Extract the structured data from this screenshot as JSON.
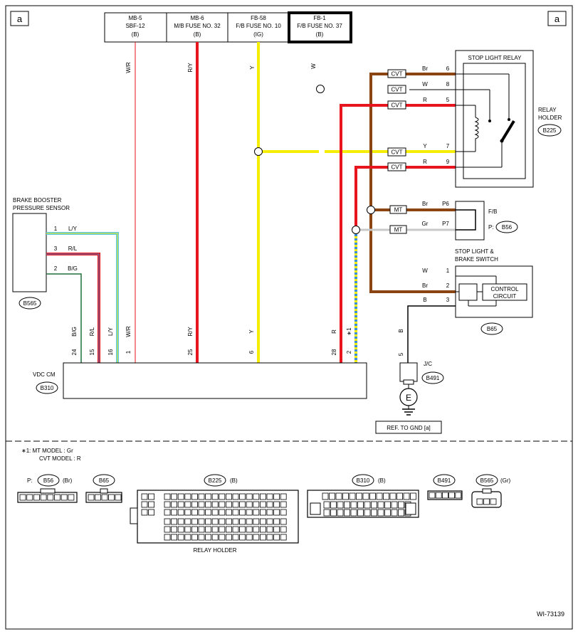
{
  "page_marker": "a",
  "diagram_id": "WI-73139",
  "fuses": [
    {
      "line1": "MB-5",
      "line2": "SBF-12",
      "line3": "(B)"
    },
    {
      "line1": "MB-6",
      "line2": "M/B FUSE NO. 32",
      "line3": "(B)"
    },
    {
      "line1": "FB-58",
      "line2": "F/B FUSE NO. 10",
      "line3": "(IG)"
    },
    {
      "line1": "FB-1",
      "line2": "F/B FUSE NO. 37",
      "line3": "(B)"
    }
  ],
  "wire_codes": {
    "wr": "W/R",
    "ry": "R/Y",
    "y": "Y",
    "w": "W",
    "r": "R",
    "star1": "∗1",
    "br": "Br",
    "gr": "Gr",
    "b": "B",
    "bg": "B/G",
    "rl": "R/L",
    "ly": "L/Y"
  },
  "relay": {
    "title": "STOP LIGHT RELAY",
    "holder_line1": "RELAY",
    "holder_line2": "HOLDER",
    "connector": "B225",
    "pins": [
      "6",
      "8",
      "5",
      "7",
      "9"
    ],
    "wires": [
      "Br",
      "W",
      "R",
      "Y",
      "R"
    ]
  },
  "tags": {
    "cvt": "CVT",
    "mt": "MT"
  },
  "fb": {
    "label": "F/B",
    "prefix": "P:",
    "connector": "B56",
    "pins": [
      "P6",
      "P7"
    ],
    "wires": [
      "Br",
      "Gr"
    ]
  },
  "stop_switch": {
    "title1": "STOP LIGHT &",
    "title2": "BRAKE SWITCH",
    "control1": "CONTROL",
    "control2": "CIRCUIT",
    "connector": "B65",
    "pins": [
      "1",
      "2",
      "3"
    ],
    "wires": [
      "W",
      "Br",
      "B"
    ]
  },
  "sensor": {
    "title1": "BRAKE BOOSTER",
    "title2": "PRESSURE SENSOR",
    "connector": "B565",
    "pins": [
      "1",
      "3",
      "2"
    ],
    "wires": [
      "L/Y",
      "R/L",
      "B/G"
    ]
  },
  "vdc": {
    "title": "VDC CM",
    "connector": "B310",
    "pins": [
      "24",
      "15",
      "16",
      "1",
      "25",
      "6",
      "28",
      "2"
    ]
  },
  "jc": {
    "label": "J/C",
    "connector": "B491",
    "pin": "5",
    "wire": "B",
    "ground": "E",
    "ref": "REF. TO GND [a]"
  },
  "notes": {
    "star": "∗1",
    "line1": ": MT MODEL  : Gr",
    "line2": "CVT MODEL  : R"
  },
  "connector_views": {
    "b56_prefix": "P:",
    "b56": "B56",
    "b56_color": "(Br)",
    "b65": "B65",
    "b225": "B225",
    "b225_color": "(B)",
    "b310": "B310",
    "b310_color": "(B)",
    "b491": "B491",
    "b565": "B565",
    "b565_color": "(Gr)",
    "relay_holder": "RELAY HOLDER"
  },
  "colors": {
    "brown": "#8B4513",
    "red": "#E8141E",
    "yellow": "#F5EE00",
    "cyan": "#5BC8E8",
    "green": "#1E6E3A",
    "gray": "#C8C8C8",
    "blue_dash": "#3A8FD8"
  }
}
